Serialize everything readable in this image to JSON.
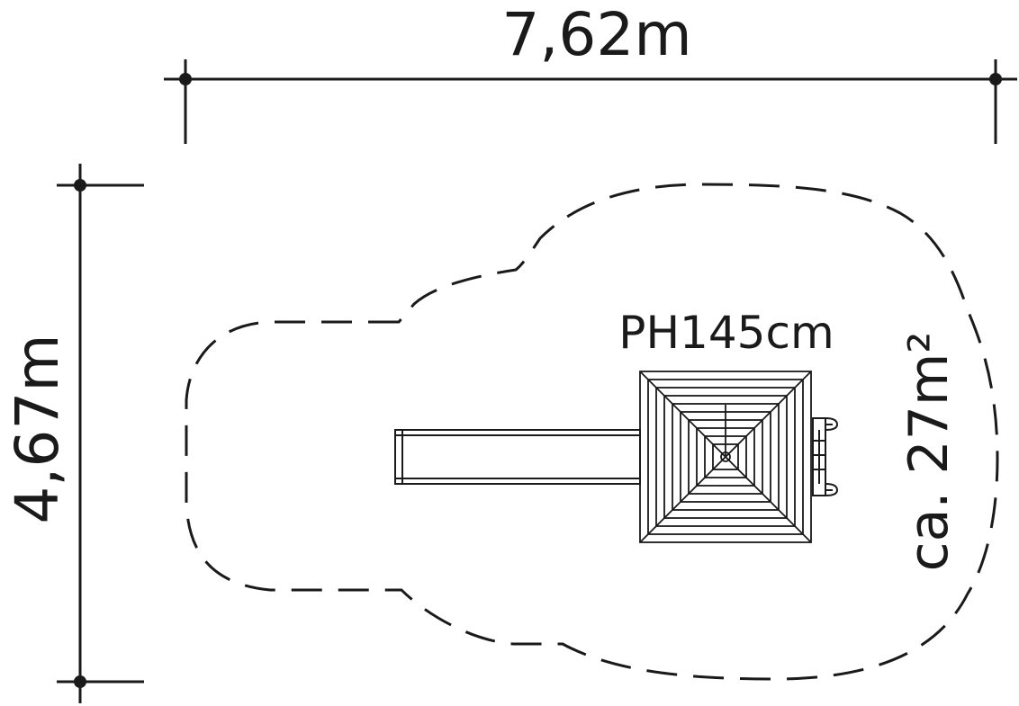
{
  "dimensions": {
    "width_label": "7,62m",
    "height_label": "4,67m"
  },
  "platform": {
    "label": "PH145cm"
  },
  "area": {
    "label": "ca. 27m²"
  },
  "colors": {
    "line": "#1a1a1a",
    "background": "#ffffff"
  }
}
